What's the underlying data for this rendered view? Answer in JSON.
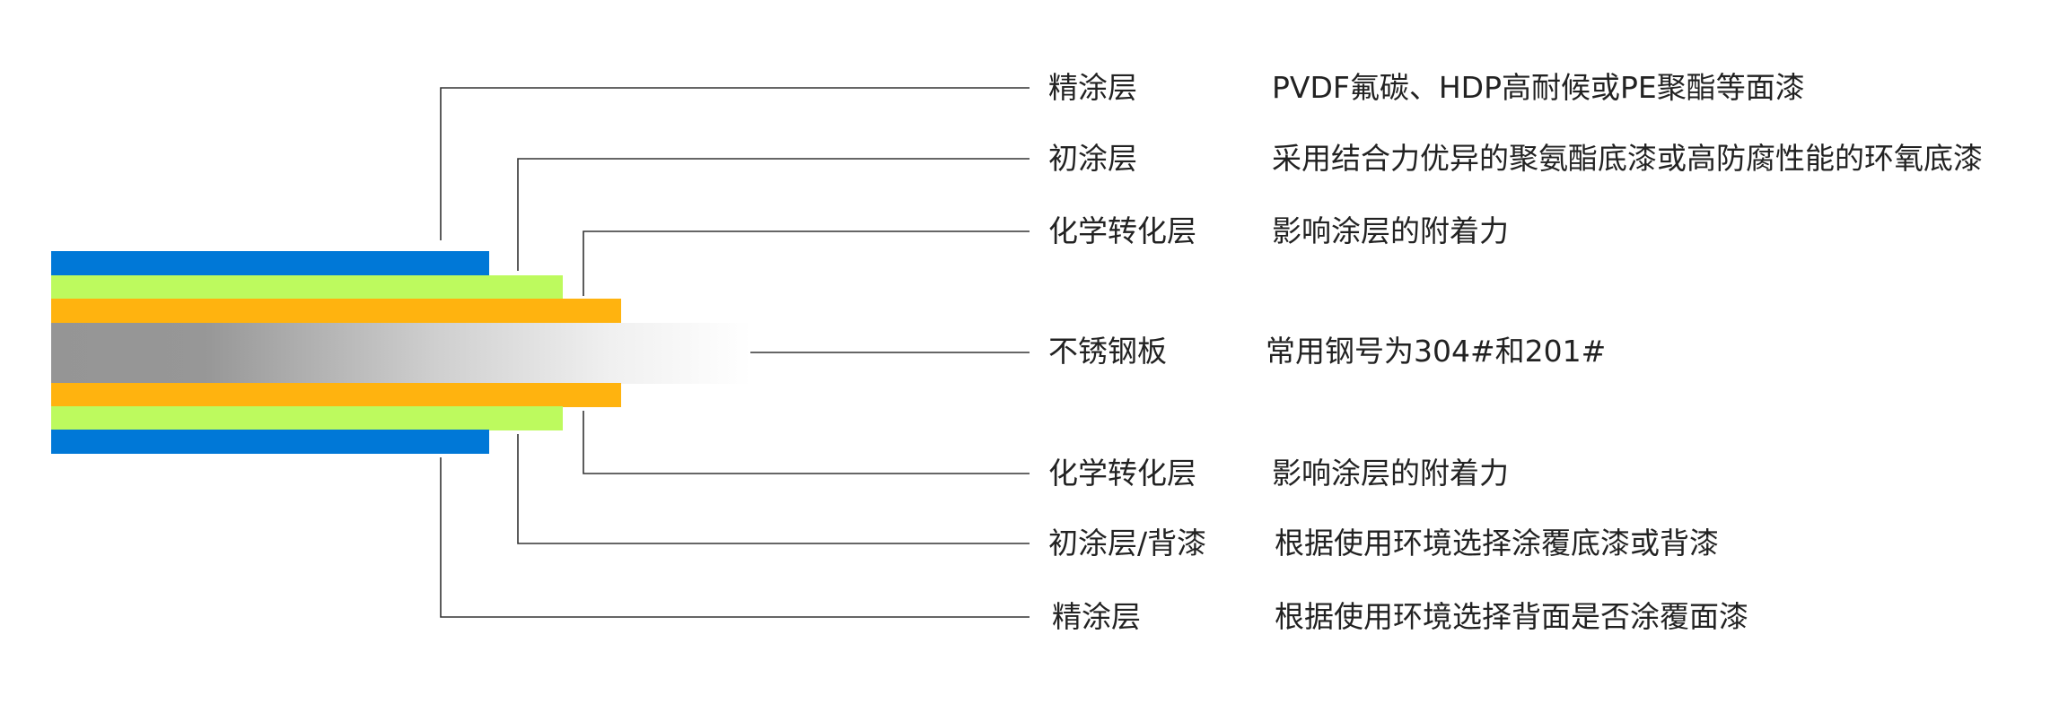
{
  "colors": {
    "finish_coat": "#0078d7",
    "primer": "#bdfa5e",
    "conversion": "#ffb30f",
    "steel_dark": "#959595",
    "steel_light": "#ffffff",
    "leader_line": "#333333",
    "text": "#222222"
  },
  "layers": [
    {
      "id": "top-finish",
      "name": "精涂层",
      "description": "PVDF氟碳、HDP高耐候或PE聚酯等面漆"
    },
    {
      "id": "top-primer",
      "name": "初涂层",
      "description": "采用结合力优异的聚氨酯底漆或高防腐性能的环氧底漆"
    },
    {
      "id": "top-conversion",
      "name": "化学转化层",
      "description": "影响涂层的附着力"
    },
    {
      "id": "substrate",
      "name": "不锈钢板",
      "description": "常用钢号为304#和201#"
    },
    {
      "id": "bottom-conversion",
      "name": "化学转化层",
      "description": "影响涂层的附着力"
    },
    {
      "id": "bottom-primer",
      "name": "初涂层/背漆",
      "description": "根据使用环境选择涂覆底漆或背漆"
    },
    {
      "id": "bottom-finish",
      "name": "精涂层",
      "description": "根据使用环境选择背面是否涂覆面漆"
    }
  ]
}
